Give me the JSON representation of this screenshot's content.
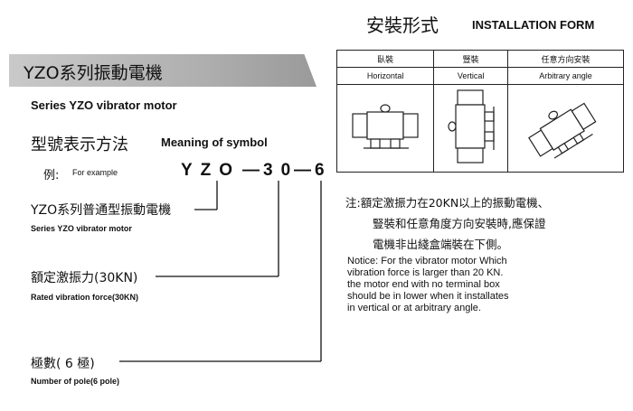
{
  "install": {
    "title_cn": "安裝形式",
    "title_en": "INSTALLATION FORM",
    "columns": [
      {
        "cn": "臥裝",
        "en": "Horizontal"
      },
      {
        "cn": "豎裝",
        "en": "Vertical"
      },
      {
        "cn": "任意方向安裝",
        "en": "Arbitrary angle"
      }
    ]
  },
  "header": {
    "banner": "YZO系列振動電機",
    "series_en": "Series YZO vibrator motor"
  },
  "symbol": {
    "title_cn": "型號表示方法",
    "title_en": "Meaning of symbol",
    "example_cn": "例:",
    "example_en": "For example",
    "code_yzo": "YZO",
    "code_dash1": "—",
    "code_30": "30",
    "code_dash2": "—",
    "code_6": "6"
  },
  "legend": {
    "series_cn": "YZO系列普通型振動電機",
    "series_en": "Series YZO vibrator motor",
    "force_cn": "額定激振力(30KN)",
    "force_en": "Rated vibration force(30KN)",
    "pole_cn": "極數( 6 極)",
    "pole_en": "Number of pole(6 pole)"
  },
  "note": {
    "cn_line1": "注:額定激振力在20KN以上的振動電機、",
    "cn_line2": "豎裝和任意角度方向安裝時,應保證",
    "cn_line3": "電機非出綫盒端裝在下側。",
    "en_lines": [
      "Notice: For the vibrator motor Which",
      "vibration force is larger than 20 KN.",
      "the motor end with no terminal box",
      "should be in lower when it installates",
      "in vertical or at arbitrary angle."
    ]
  }
}
